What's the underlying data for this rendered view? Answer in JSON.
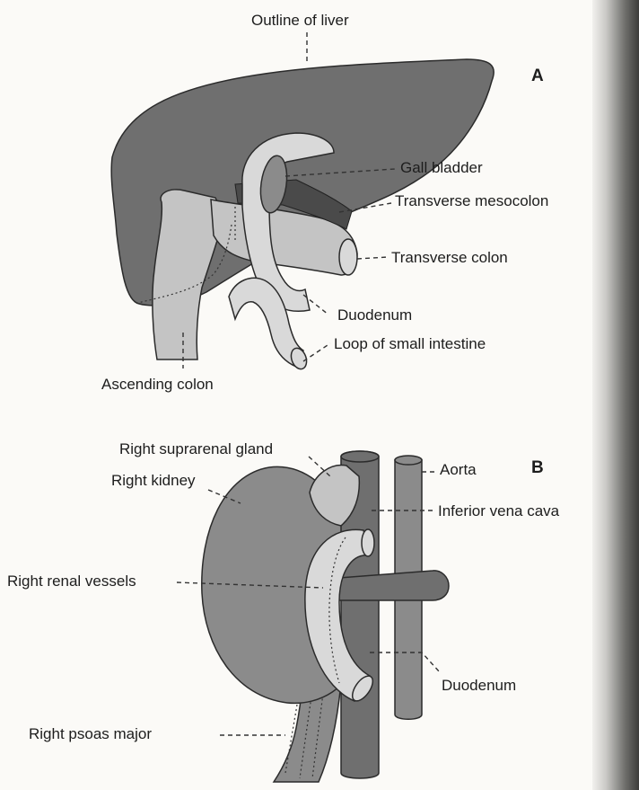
{
  "panel_a": {
    "letter": "A",
    "labels": {
      "outline_of_liver": "Outline of liver",
      "gall_bladder": "Gall bladder",
      "transverse_mesocolon": "Transverse mesocolon",
      "transverse_colon": "Transverse colon",
      "duodenum": "Duodenum",
      "loop_small_intestine": "Loop of small intestine",
      "ascending_colon": "Ascending colon"
    }
  },
  "panel_b": {
    "letter": "B",
    "labels": {
      "right_suprarenal_gland": "Right suprarenal gland",
      "right_kidney": "Right kidney",
      "aorta": "Aorta",
      "inferior_vena_cava": "Inferior vena cava",
      "right_renal_vessels": "Right renal vessels",
      "duodenum": "Duodenum",
      "right_psoas_major": "Right psoas major"
    }
  },
  "colors": {
    "liver": "#6f6f6f",
    "colon": "#c4c4c4",
    "kidney": "#8b8b8b",
    "vessels": "#6f6f6f"
  }
}
